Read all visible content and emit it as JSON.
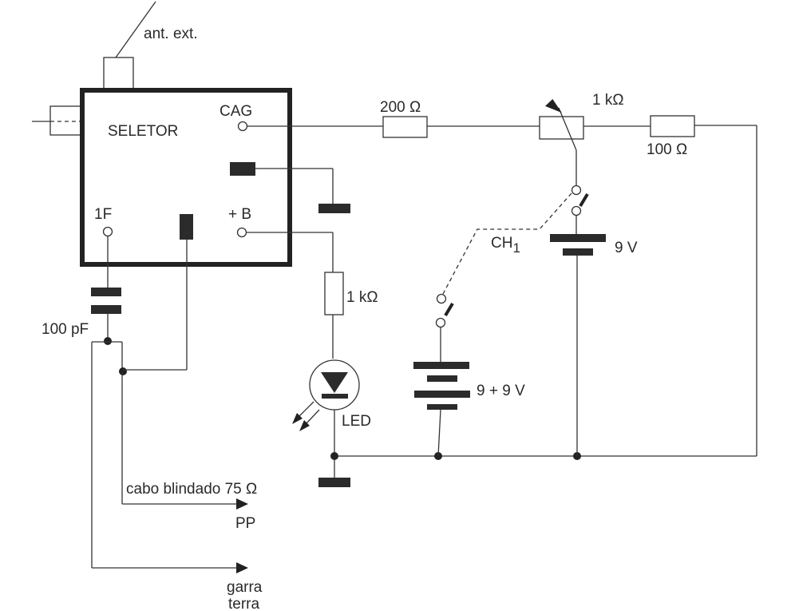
{
  "diagram": {
    "type": "circuit-schematic",
    "labels": {
      "antenna": "ant. ext.",
      "selector": "SELETOR",
      "agc": "CAG",
      "if_out": "1F",
      "b_plus": "+ B",
      "r_200": "200 Ω",
      "pot_1k": "1 kΩ",
      "r_100": "100 Ω",
      "switch": "CH",
      "switch_sub": "1",
      "battery_9v": "9 V",
      "battery_18v": "9 + 9 V",
      "r_led": "1 kΩ",
      "led": "LED",
      "cap_100pf": "100 pF",
      "cable": "cabo blindado 75 Ω",
      "pp": "PP",
      "clip_line1": "garra",
      "clip_line2": "terra"
    },
    "components": [
      {
        "id": "selector-block",
        "kind": "module",
        "label": "SELETOR"
      },
      {
        "id": "r1",
        "kind": "resistor",
        "value": "200 Ω"
      },
      {
        "id": "p1",
        "kind": "potentiometer",
        "value": "1 kΩ"
      },
      {
        "id": "r2",
        "kind": "resistor",
        "value": "100 Ω"
      },
      {
        "id": "ch1",
        "kind": "double-switch",
        "label": "CH1"
      },
      {
        "id": "b1",
        "kind": "battery",
        "value": "9 V"
      },
      {
        "id": "b2",
        "kind": "battery",
        "value": "9 + 9 V"
      },
      {
        "id": "r3",
        "kind": "resistor",
        "value": "1 kΩ"
      },
      {
        "id": "led1",
        "kind": "led",
        "label": "LED"
      },
      {
        "id": "c1",
        "kind": "capacitor",
        "value": "100 pF"
      }
    ]
  }
}
